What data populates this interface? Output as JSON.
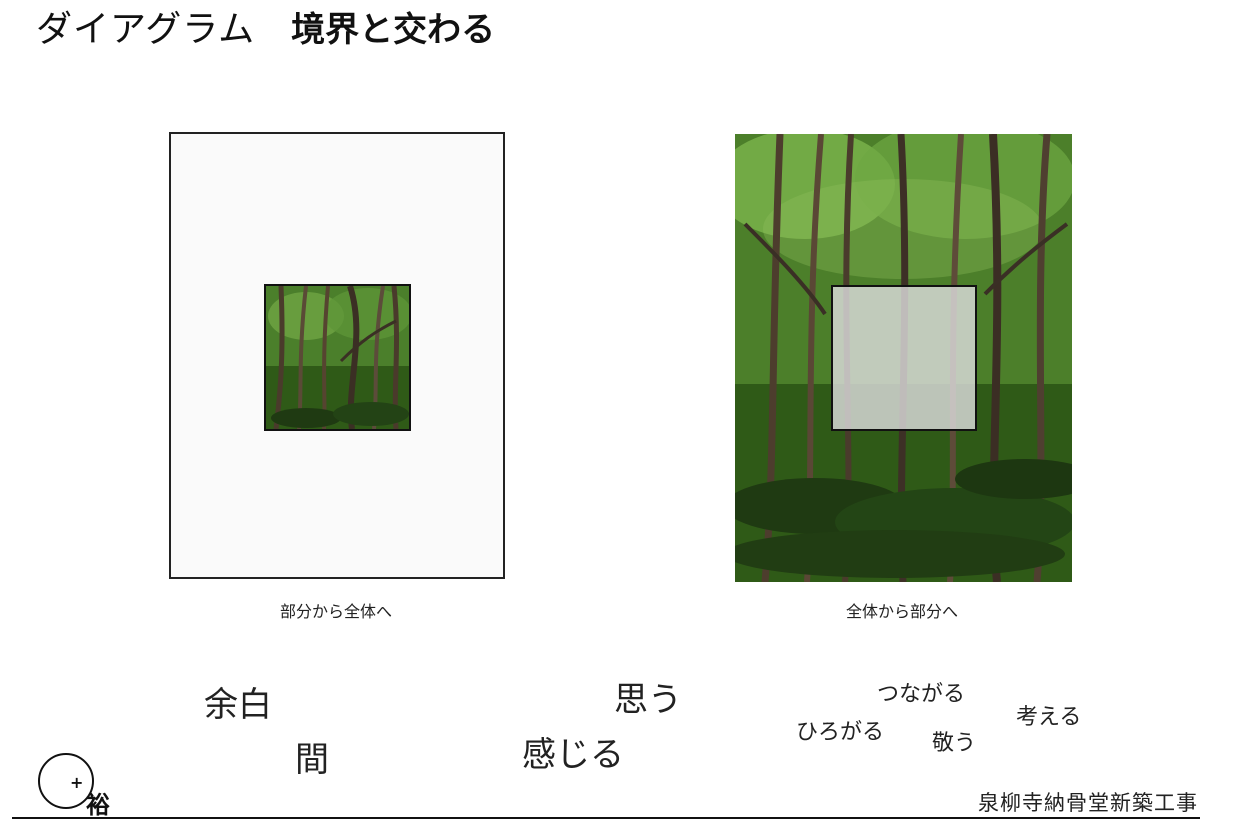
{
  "title": {
    "main": "ダイアグラム",
    "sub": "境界と交わる"
  },
  "captions": {
    "left": "部分から全体へ",
    "right": "全体から部分へ"
  },
  "words": {
    "yohaku": "余白",
    "ma": "間",
    "omou": "思う",
    "kanjiru": "感じる",
    "tsunagaru": "つながる",
    "hirogaru": "ひろがる",
    "kangaeru": "考える",
    "uyamau": "敬う"
  },
  "logo": {
    "plus": "+",
    "char": "裕"
  },
  "footer": {
    "company": "泉柳寺納骨堂新築工事"
  },
  "colors": {
    "forest_dark": "#1f3a12",
    "forest_mid": "#3f6d1e",
    "forest_light": "#8fbf58",
    "moss": "#2f5a17"
  }
}
